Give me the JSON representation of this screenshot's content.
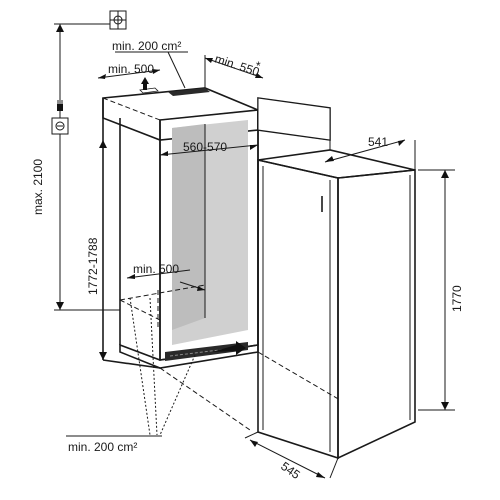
{
  "labels": {
    "vent_top_area": "min. 200 cm²",
    "vent_top_depth": "min. 500",
    "niche_depth": "min. 550",
    "niche_depth_star": "*",
    "niche_width": "560-570",
    "appliance_width": "541",
    "niche_height_max": "max. 2100",
    "niche_height": "1772-1788",
    "vent_bottom_depth": "min. 500",
    "appliance_height": "1770",
    "vent_bottom_area": "min. 200 cm²",
    "appliance_depth": "545"
  },
  "icons": {
    "top": "ventilation-grid-icon",
    "side": "power-socket-icon"
  }
}
